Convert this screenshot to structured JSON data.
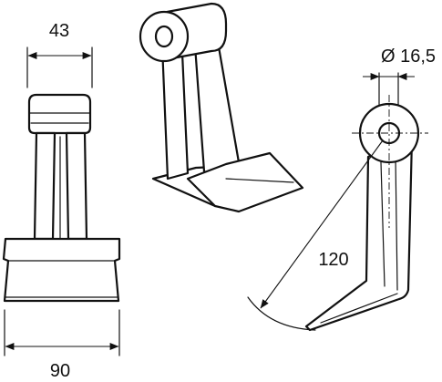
{
  "dimensions": {
    "top_width": "43",
    "bottom_width": "90",
    "hole_diameter": "Ø 16,5",
    "length": "120"
  },
  "colors": {
    "line": "#111111",
    "background": "#ffffff"
  }
}
